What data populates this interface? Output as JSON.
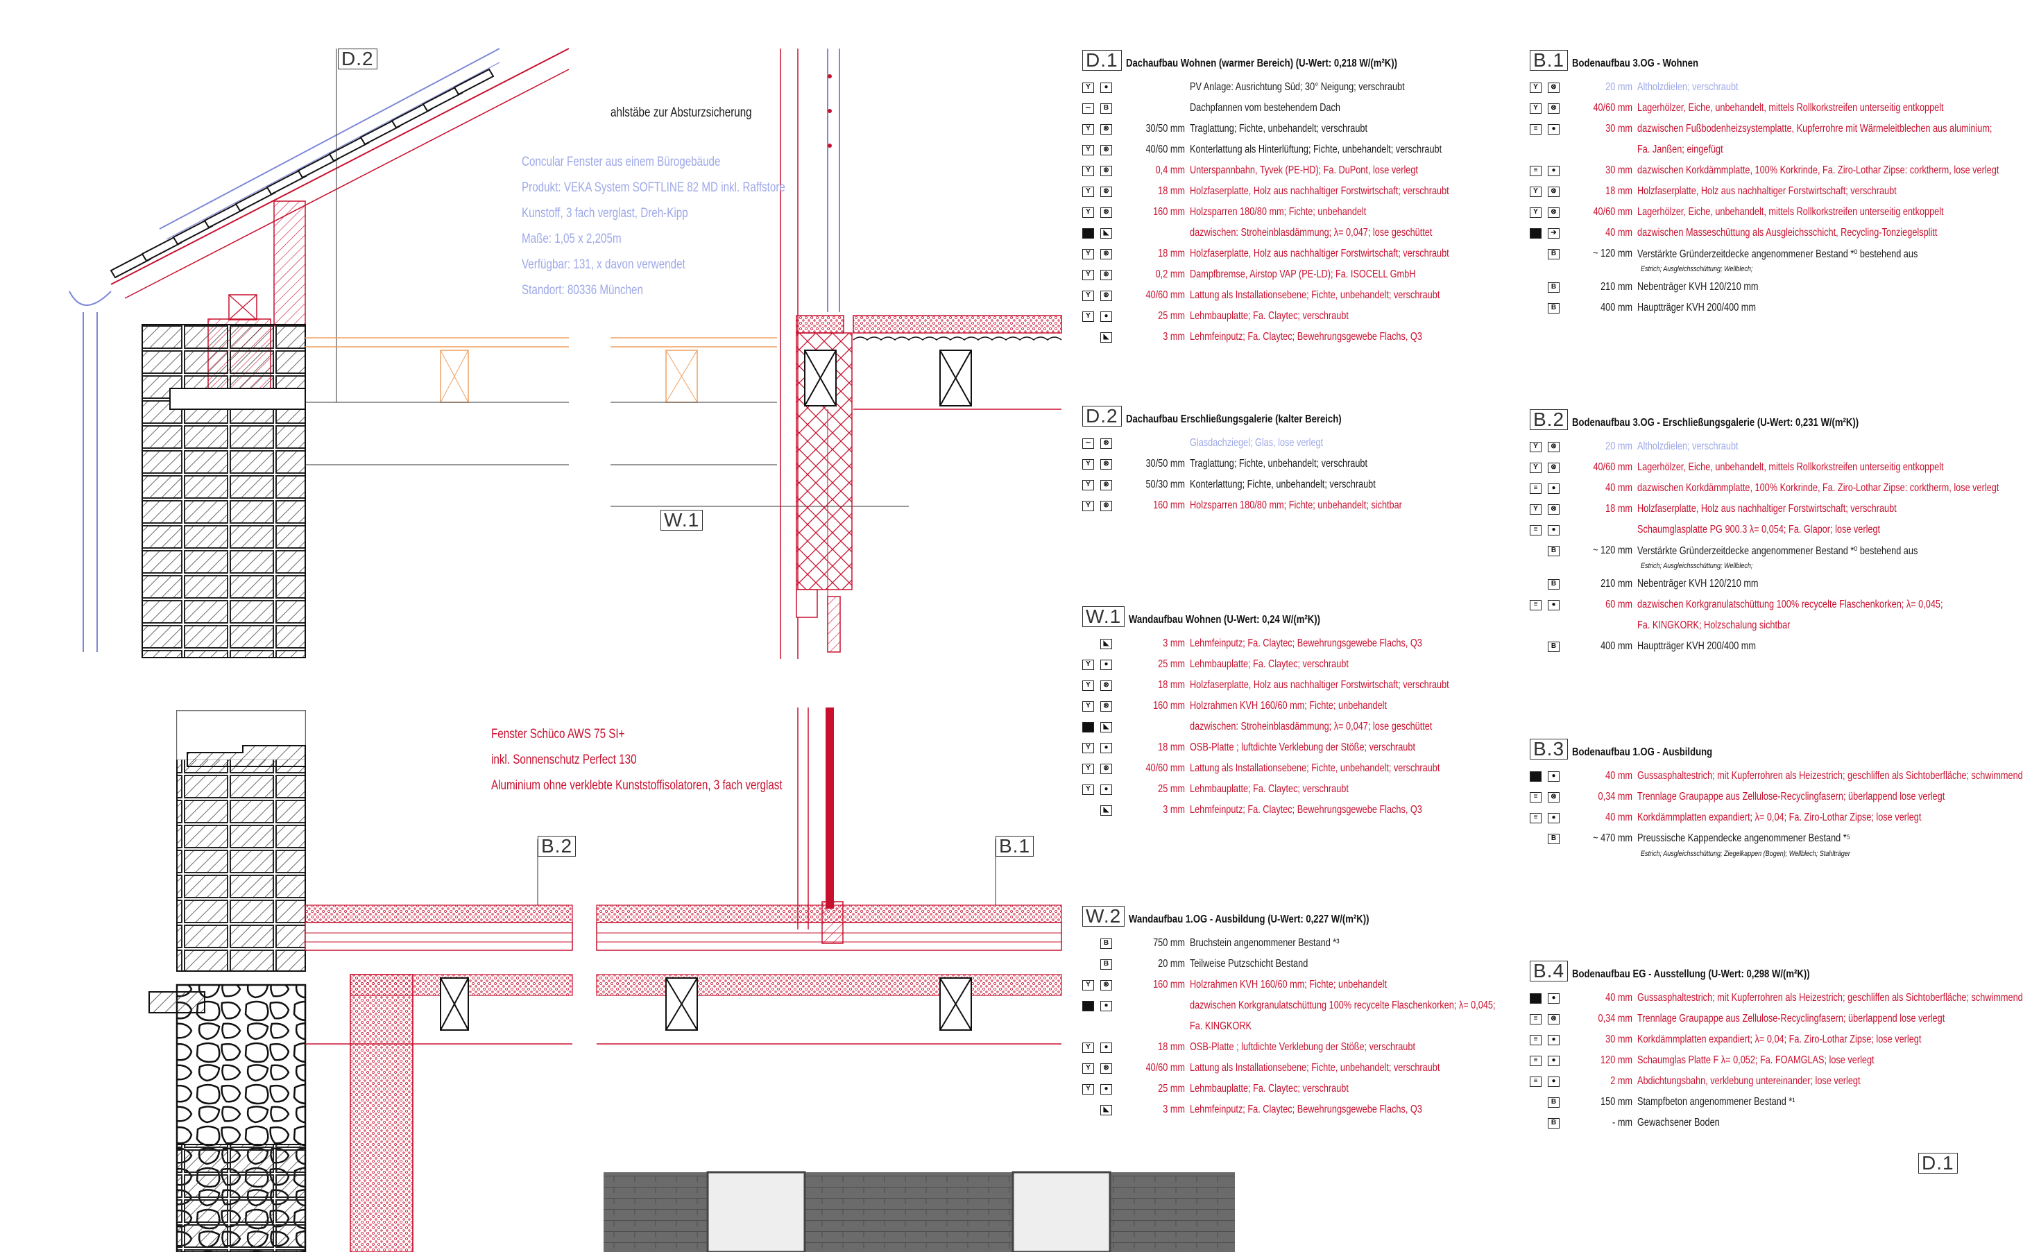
{
  "drawing_tags": {
    "d2_top": "D.2",
    "w1": "W.1",
    "b2": "B.2",
    "b1": "B.1",
    "d1_bottom": "D.1"
  },
  "callouts": {
    "railing": "ahlstäbe zur Absturzsicherung",
    "concular": [
      "Concular Fenster aus einem Bürogebäude",
      "Produkt: VEKA System SOFTLINE 82 MD inkl. Raffstore",
      "Kunstoff, 3 fach verglast, Dreh-Kipp",
      "Maße: 1,05 x 2,205m",
      "Verfügbar: 131, x davon verwendet",
      "Standort: 80336 München"
    ],
    "schueco": [
      "Fenster Schüco AWS 75 SI+",
      "inkl. Sonnenschutz Perfect 130",
      "Aluminium ohne verklebte Kunststoffisolatoren, 3 fach verglast"
    ]
  },
  "colors": {
    "red": "#c8102e",
    "blue": "#9ea8e8",
    "dark": "#1a1a1a"
  },
  "panels": [
    {
      "tag": "D.1",
      "title": "Dachaufbau Wohnen (warmer Bereich) (U-Wert: 0,218 W/(m²K))",
      "layers": [
        {
          "thickness": "",
          "text": "PV Anlage: Ausrichtung Süd; 30° Neigung; verschraubt",
          "color": "dark",
          "icons": [
            "Y",
            "O"
          ]
        },
        {
          "thickness": "",
          "text": "Dachpfannen vom bestehendem Dach",
          "color": "dark",
          "icons": [
            "~",
            "B"
          ]
        },
        {
          "thickness": "30/50 mm",
          "text": "Traglattung; Fichte, unbehandelt; verschraubt",
          "color": "dark",
          "icons": [
            "Y",
            "@"
          ]
        },
        {
          "thickness": "40/60 mm",
          "text": "Konterlattung als Hinterlüftung; Fichte, unbehandelt; verschraubt",
          "color": "dark",
          "icons": [
            "Y",
            "@"
          ]
        },
        {
          "thickness": "0,4 mm",
          "text": "Unterspannbahn, Tyvek (PE-HD); Fa. DuPont, lose verlegt",
          "color": "red",
          "icons": [
            "Y",
            "@"
          ]
        },
        {
          "thickness": "18 mm",
          "text": "Holzfaserplatte, Holz aus nachhaltiger Forstwirtschaft; verschraubt",
          "color": "red",
          "icons": [
            "Y",
            "@"
          ]
        },
        {
          "thickness": "160 mm",
          "text": "Holzsparren 180/80 mm; Fichte; unbehandelt",
          "color": "red",
          "icons": [
            "Y",
            "@"
          ]
        },
        {
          "thickness": "",
          "text": "dazwischen: Stroheinblasdämmung; λ= 0,047; lose geschüttet",
          "color": "red",
          "icons": [
            "#",
            "^"
          ]
        },
        {
          "thickness": "18 mm",
          "text": "Holzfaserplatte, Holz aus nachhaltiger Forstwirtschaft; verschraubt",
          "color": "red",
          "icons": [
            "Y",
            "@"
          ]
        },
        {
          "thickness": "0,2 mm",
          "text": "Dampfbremse, Airstop VAP (PE-LD); Fa. ISOCELL GmbH",
          "color": "red",
          "icons": [
            "Y",
            "@"
          ]
        },
        {
          "thickness": "40/60 mm",
          "text": "Lattung als Installationsebene; Fichte, unbehandelt; verschraubt",
          "color": "red",
          "icons": [
            "Y",
            "@"
          ]
        },
        {
          "thickness": "25 mm",
          "text": "Lehmbauplatte; Fa. Claytec; verschraubt",
          "color": "red",
          "icons": [
            "Y",
            "O"
          ]
        },
        {
          "thickness": "3 mm",
          "text": "Lehmfeinputz; Fa. Claytec; Bewehrungsgewebe Flachs, Q3",
          "color": "red",
          "icons": [
            "",
            "^"
          ]
        }
      ]
    },
    {
      "tag": "D.2",
      "title": "Dachaufbau Erschließungsgalerie (kalter Bereich)",
      "layers": [
        {
          "thickness": "",
          "text": "Glasdachziegel; Glas, lose verlegt",
          "color": "blue",
          "icons": [
            "~",
            "@"
          ]
        },
        {
          "thickness": "30/50 mm",
          "text": "Traglattung; Fichte, unbehandelt; verschraubt",
          "color": "dark",
          "icons": [
            "Y",
            "@"
          ]
        },
        {
          "thickness": "50/30 mm",
          "text": "Konterlattung; Fichte, unbehandelt; verschraubt",
          "color": "dark",
          "icons": [
            "Y",
            "@"
          ]
        },
        {
          "thickness": "160 mm",
          "text": "Holzsparren 180/80 mm; Fichte; unbehandelt; sichtbar",
          "color": "red",
          "icons": [
            "Y",
            "@"
          ]
        }
      ]
    },
    {
      "tag": "W.1",
      "title": "Wandaufbau Wohnen (U-Wert: 0,24 W/(m²K))",
      "layers": [
        {
          "thickness": "3 mm",
          "text": "Lehmfeinputz; Fa. Claytec; Bewehrungsgewebe Flachs, Q3",
          "color": "red",
          "icons": [
            "",
            "^"
          ]
        },
        {
          "thickness": "25 mm",
          "text": "Lehmbauplatte; Fa. Claytec; verschraubt",
          "color": "red",
          "icons": [
            "Y",
            "O"
          ]
        },
        {
          "thickness": "18 mm",
          "text": "Holzfaserplatte, Holz aus nachhaltiger Forstwirtschaft; verschraubt",
          "color": "red",
          "icons": [
            "Y",
            "@"
          ]
        },
        {
          "thickness": "160 mm",
          "text": "Holzrahmen KVH 160/60 mm; Fichte; unbehandelt",
          "color": "red",
          "icons": [
            "Y",
            "@"
          ]
        },
        {
          "thickness": "",
          "text": "dazwischen: Stroheinblasdämmung; λ= 0,047; lose geschüttet",
          "color": "red",
          "icons": [
            "#",
            "^"
          ]
        },
        {
          "thickness": "18 mm",
          "text": "OSB-Platte ; luftdichte Verklebung der Stöße; verschraubt",
          "color": "red",
          "icons": [
            "Y",
            "O"
          ]
        },
        {
          "thickness": "40/60 mm",
          "text": "Lattung als Installationsebene; Fichte, unbehandelt; verschraubt",
          "color": "red",
          "icons": [
            "Y",
            "@"
          ]
        },
        {
          "thickness": "25 mm",
          "text": "Lehmbauplatte; Fa. Claytec; verschraubt",
          "color": "red",
          "icons": [
            "Y",
            "O"
          ]
        },
        {
          "thickness": "3 mm",
          "text": "Lehmfeinputz; Fa. Claytec; Bewehrungsgewebe Flachs, Q3",
          "color": "red",
          "icons": [
            "",
            "^"
          ]
        }
      ]
    },
    {
      "tag": "W.2",
      "title": "Wandaufbau 1.OG - Ausbildung (U-Wert: 0,227 W/(m²K))",
      "layers": [
        {
          "thickness": "750 mm",
          "text": "Bruchstein angenommener Bestand *³",
          "color": "dark",
          "icons": [
            "",
            "B"
          ]
        },
        {
          "thickness": "20 mm",
          "text": "Teilweise Putzschicht Bestand",
          "color": "dark",
          "icons": [
            "",
            "B"
          ]
        },
        {
          "thickness": "160 mm",
          "text": "Holzrahmen KVH 160/60 mm; Fichte; unbehandelt",
          "color": "red",
          "icons": [
            "Y",
            "@"
          ]
        },
        {
          "thickness": "",
          "text": "dazwischen Korkgranulatschüttung 100% recycelte Flaschenkorken; λ= 0,045;",
          "color": "red",
          "icons": [
            "#",
            "O"
          ]
        },
        {
          "thickness": "",
          "text": "Fa. KINGKORK",
          "color": "red",
          "icons": [
            "",
            ""
          ]
        },
        {
          "thickness": "18 mm",
          "text": "OSB-Platte ; luftdichte Verklebung der Stöße; verschraubt",
          "color": "red",
          "icons": [
            "Y",
            "O"
          ]
        },
        {
          "thickness": "40/60 mm",
          "text": "Lattung als Installationsebene; Fichte, unbehandelt; verschraubt",
          "color": "red",
          "icons": [
            "Y",
            "@"
          ]
        },
        {
          "thickness": "25 mm",
          "text": "Lehmbauplatte; Fa. Claytec; verschraubt",
          "color": "red",
          "icons": [
            "Y",
            "O"
          ]
        },
        {
          "thickness": "3 mm",
          "text": "Lehmfeinputz; Fa. Claytec; Bewehrungsgewebe Flachs, Q3",
          "color": "red",
          "icons": [
            "",
            "^"
          ]
        }
      ]
    },
    {
      "tag": "B.1",
      "title": "Bodenaufbau 3.OG - Wohnen",
      "layers": [
        {
          "thickness": "20 mm",
          "text": "Altholzdielen; verschraubt",
          "color": "blue",
          "icons": [
            "Y",
            "@"
          ]
        },
        {
          "thickness": "40/60 mm",
          "text": "Lagerhölzer, Eiche, unbehandelt, mittels Rollkorkstreifen unterseitig entkoppelt",
          "color": "red",
          "icons": [
            "Y",
            "@"
          ]
        },
        {
          "thickness": "30 mm",
          "text": "dazwischen Fußbodenheizsystemplatte, Kupferrohre mit Wärmeleitblechen aus aluminium;",
          "color": "red",
          "icons": [
            "=",
            "O"
          ]
        },
        {
          "thickness": "",
          "text": "Fa. Janßen; eingefügt",
          "color": "red",
          "icons": [
            "",
            ""
          ]
        },
        {
          "thickness": "30 mm",
          "text": "dazwischen Korkdämmplatte, 100% Korkrinde, Fa. Ziro-Lothar Zipse: corktherm, lose verlegt",
          "color": "red",
          "icons": [
            "=",
            "O"
          ]
        },
        {
          "thickness": "18 mm",
          "text": "Holzfaserplatte, Holz aus nachhaltiger Forstwirtschaft; verschraubt",
          "color": "red",
          "icons": [
            "Y",
            "@"
          ]
        },
        {
          "thickness": "40/60 mm",
          "text": "Lagerhölzer, Eiche, unbehandelt, mittels Rollkorkstreifen unterseitig entkoppelt",
          "color": "red",
          "icons": [
            "Y",
            "@"
          ]
        },
        {
          "thickness": "40 mm",
          "text": "dazwischen Masseschüttung als Ausgleichsschicht, Recycling-Tonziegelsplitt",
          "color": "red",
          "icons": [
            "#",
            ">"
          ]
        },
        {
          "thickness": "~ 120 mm",
          "text": "Verstärkte Gründerzeitdecke angenommener Bestand *⁰ bestehend aus",
          "color": "dark",
          "icons": [
            "",
            "B"
          ]
        },
        {
          "thickness": "",
          "text": "",
          "color": "dark",
          "icons": [
            "",
            ""
          ],
          "sub": "Estrich; Ausgleichsschüttung; Wellblech;"
        },
        {
          "thickness": "210 mm",
          "text": "Nebenträger KVH 120/210 mm",
          "color": "dark",
          "icons": [
            "",
            "B"
          ]
        },
        {
          "thickness": "400 mm",
          "text": "Hauptträger KVH 200/400 mm",
          "color": "dark",
          "icons": [
            "",
            "B"
          ]
        }
      ]
    },
    {
      "tag": "B.2",
      "title": "Bodenaufbau 3.OG - Erschließungsgalerie (U-Wert: 0,231 W/(m²K))",
      "layers": [
        {
          "thickness": "20 mm",
          "text": "Altholzdielen; verschraubt",
          "color": "blue",
          "icons": [
            "Y",
            "@"
          ]
        },
        {
          "thickness": "40/60 mm",
          "text": "Lagerhölzer, Eiche, unbehandelt, mittels Rollkorkstreifen unterseitig entkoppelt",
          "color": "red",
          "icons": [
            "Y",
            "@"
          ]
        },
        {
          "thickness": "40 mm",
          "text": "dazwischen Korkdämmplatte, 100% Korkrinde, Fa. Ziro-Lothar Zipse: corktherm, lose verlegt",
          "color": "red",
          "icons": [
            "=",
            "O"
          ]
        },
        {
          "thickness": "18 mm",
          "text": "Holzfaserplatte, Holz aus nachhaltiger Forstwirtschaft; verschraubt",
          "color": "red",
          "icons": [
            "Y",
            "@"
          ]
        },
        {
          "thickness": "",
          "text": "Schaumglasplatte PG 900.3 λ= 0,054; Fa. Glapor; lose verlegt",
          "color": "red",
          "icons": [
            "=",
            "O"
          ]
        },
        {
          "thickness": "~ 120 mm",
          "text": "Verstärkte Gründerzeitdecke angenommener Bestand *⁰ bestehend aus",
          "color": "dark",
          "icons": [
            "",
            "B"
          ]
        },
        {
          "thickness": "",
          "text": "",
          "color": "dark",
          "icons": [
            "",
            ""
          ],
          "sub": "Estrich; Ausgleichsschüttung; Wellblech;"
        },
        {
          "thickness": "210 mm",
          "text": "Nebenträger KVH 120/210 mm",
          "color": "dark",
          "icons": [
            "",
            "B"
          ]
        },
        {
          "thickness": "60 mm",
          "text": "dazwischen Korkgranulatschüttung 100% recycelte Flaschenkorken; λ= 0,045;",
          "color": "red",
          "icons": [
            "=",
            "O"
          ]
        },
        {
          "thickness": "",
          "text": "Fa. KINGKORK; Holzschalung sichtbar",
          "color": "red",
          "icons": [
            "",
            ""
          ]
        },
        {
          "thickness": "400 mm",
          "text": "Hauptträger KVH 200/400 mm",
          "color": "dark",
          "icons": [
            "",
            "B"
          ]
        }
      ]
    },
    {
      "tag": "B.3",
      "title": "Bodenaufbau 1.OG - Ausbildung",
      "layers": [
        {
          "thickness": "40 mm",
          "text": "Gussasphaltestrich; mit Kupferrohren als Heizestrich; geschliffen als Sichtoberfläche; schwimmend",
          "color": "red",
          "icons": [
            "#",
            "O"
          ]
        },
        {
          "thickness": "0,34 mm",
          "text": "Trennlage Graupappe aus Zellulose-Recyclingfasern; überlappend lose verlegt",
          "color": "red",
          "icons": [
            "=",
            "@"
          ]
        },
        {
          "thickness": "40 mm",
          "text": "Korkdämmplatten expandiert; λ= 0,04; Fa. Ziro-Lothar Zipse; lose verlegt",
          "color": "red",
          "icons": [
            "=",
            "O"
          ]
        },
        {
          "thickness": "~ 470 mm",
          "text": "Preussische Kappendecke angenommener Bestand *⁵",
          "color": "dark",
          "icons": [
            "",
            "B"
          ]
        },
        {
          "thickness": "",
          "text": "",
          "color": "dark",
          "icons": [
            "",
            ""
          ],
          "sub": "Estrich; Ausgleichsschüttung; Ziegelkappen (Bogen); Wellblech; Stahlträger"
        }
      ]
    },
    {
      "tag": "B.4",
      "title": "Bodenaufbau EG - Ausstellung (U-Wert: 0,298 W/(m²K))",
      "layers": [
        {
          "thickness": "40 mm",
          "text": "Gussasphaltestrich; mit Kupferrohren als Heizestrich; geschliffen als Sichtoberfläche; schwimmend",
          "color": "red",
          "icons": [
            "#",
            "O"
          ]
        },
        {
          "thickness": "0,34 mm",
          "text": "Trennlage Graupappe aus Zellulose-Recyclingfasern; überlappend lose verlegt",
          "color": "red",
          "icons": [
            "=",
            "@"
          ]
        },
        {
          "thickness": "30 mm",
          "text": "Korkdämmplatten expandiert; λ= 0,04; Fa. Ziro-Lothar Zipse; lose verlegt",
          "color": "red",
          "icons": [
            "=",
            "O"
          ]
        },
        {
          "thickness": "120 mm",
          "text": "Schaumglas Platte F λ= 0,052; Fa. FOAMGLAS; lose verlegt",
          "color": "red",
          "icons": [
            "=",
            "O"
          ]
        },
        {
          "thickness": "2 mm",
          "text": "Abdichtungsbahn, verklebung untereinander; lose verlegt",
          "color": "red",
          "icons": [
            "=",
            "O"
          ]
        },
        {
          "thickness": "150 mm",
          "text": "Stampfbeton angenommener Bestand *¹",
          "color": "dark",
          "icons": [
            "",
            "B"
          ]
        },
        {
          "thickness": "- mm",
          "text": "Gewachsener Boden",
          "color": "dark",
          "icons": [
            "",
            "B"
          ]
        }
      ]
    }
  ]
}
